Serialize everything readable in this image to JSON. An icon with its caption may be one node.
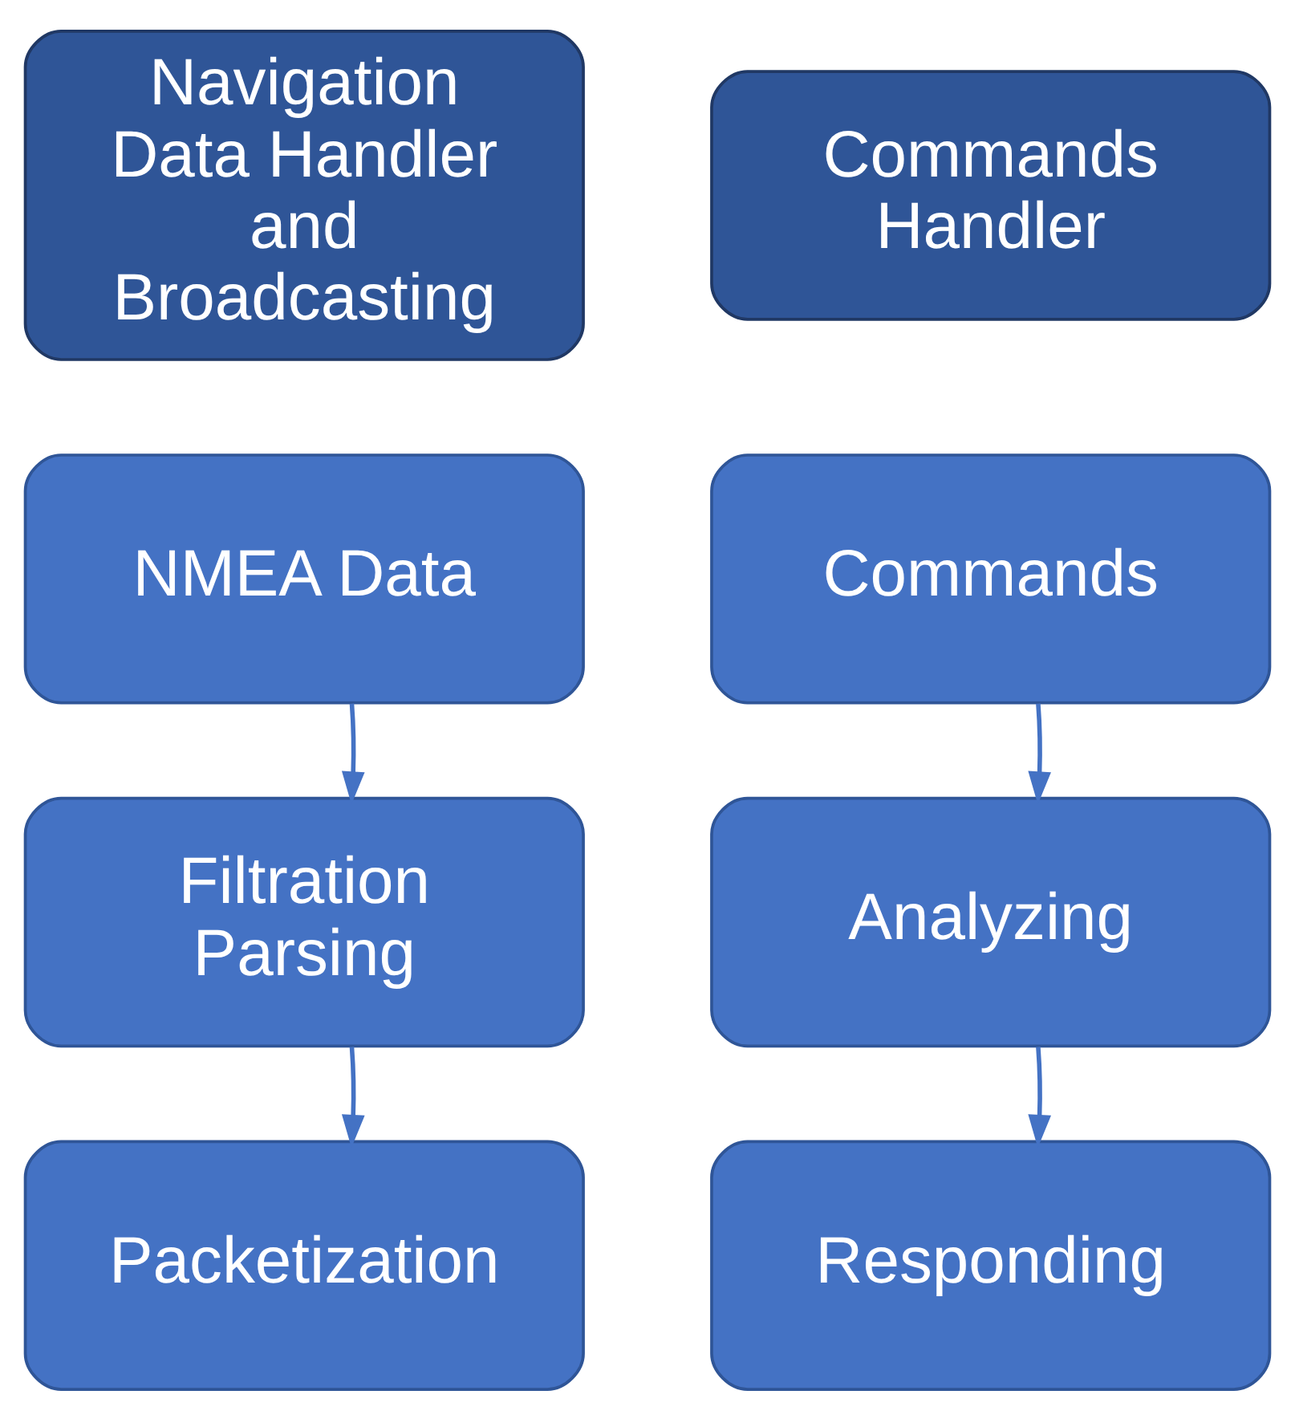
{
  "diagram": {
    "nodes": [
      {
        "text": [
          "Navigation Data Handler and Broadcasting"
        ]
      },
      {
        "text": [
          "Commands Handler"
        ]
      },
      {
        "text": [
          "NMEA Data"
        ]
      },
      {
        "text": [
          "Filtration Parsing"
        ]
      },
      {
        "text": [
          "Packetization"
        ]
      },
      {
        "text": [
          "Commands"
        ]
      },
      {
        "text": [
          "Analyzing"
        ]
      },
      {
        "text": [
          "Responding"
        ]
      }
    ],
    "edges": [
      {
        "from": 2,
        "to": 3,
        "arrow": "to"
      },
      {
        "from": 3,
        "to": 4,
        "arrow": "to"
      },
      {
        "from": 5,
        "to": 6,
        "arrow": "to"
      },
      {
        "from": 6,
        "to": 7,
        "arrow": "to"
      }
    ]
  }
}
